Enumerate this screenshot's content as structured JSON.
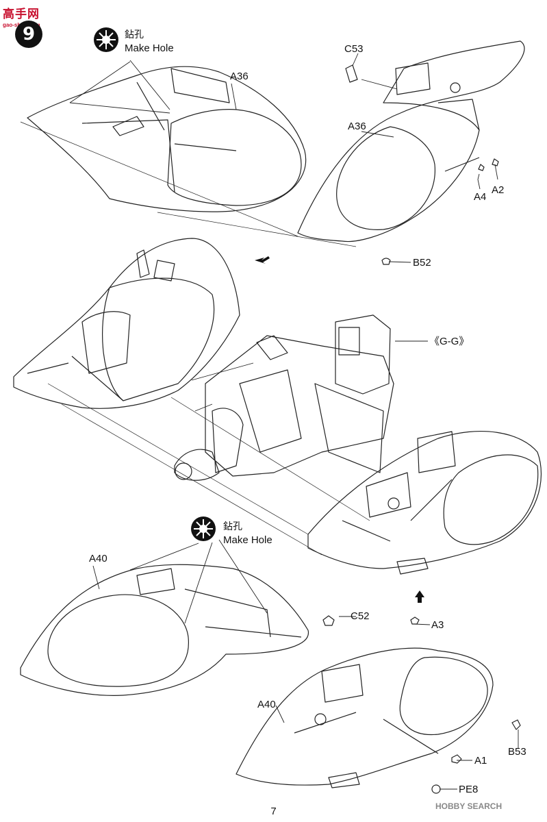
{
  "watermark": {
    "site_name": "高手网",
    "site_url": "gao-shou.com"
  },
  "step": {
    "number": "9"
  },
  "make_hole_top": {
    "zh": "鉆孔",
    "en": "Make Hole"
  },
  "make_hole_bottom": {
    "zh": "鉆孔",
    "en": "Make Hole"
  },
  "parts": {
    "a36_left": "A36",
    "c53": "C53",
    "a36_right": "A36",
    "a4": "A4",
    "a2": "A2",
    "b52": "B52",
    "gg": "《G-G》",
    "a40_left": "A40",
    "c52": "C52",
    "a3": "A3",
    "a40_right": "A40",
    "b53": "B53",
    "a1": "A1",
    "pe8": "PE8"
  },
  "page_number": "7",
  "source_logo": "HOBBY SEARCH",
  "colors": {
    "ink": "#111111",
    "watermark": "#c8102e",
    "source_logo": "#888888"
  }
}
